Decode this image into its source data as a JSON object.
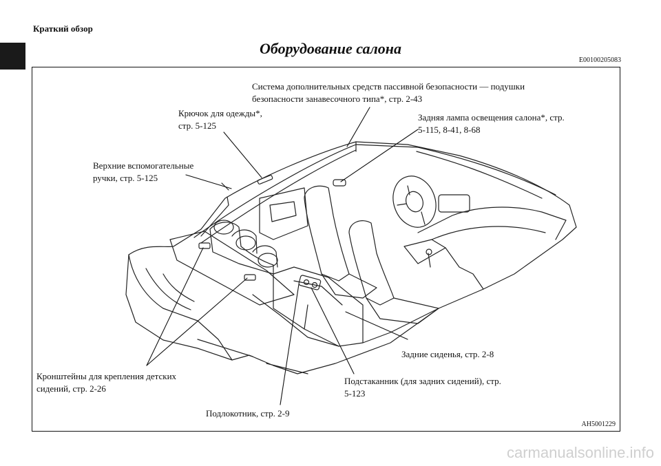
{
  "header": {
    "section": "Краткий обзор",
    "title": "Оборудование салона",
    "code": "E00100205083"
  },
  "callouts": {
    "airbags": "Система дополнительных средств пассивной безопасности — подушки безопасности занавесочного типа*, стр. 2-43",
    "hook": "Крючок для одежды*, стр. 5-125",
    "rear_lamp": "Задняя лампа освещения салона*, стр. 5-115, 8-41, 8-68",
    "grab_handles": "Верхние вспомогательные ручки, стр. 5-125",
    "rear_seats": "Задние сиденья, стр. 2-8",
    "child_anchors": "Кронштейны для крепления детских сидений, стр. 2-26",
    "cupholder": "Подстаканник (для задних сидений), стр. 5-123",
    "armrest": "Подлокотник, стр. 2-9"
  },
  "figure_id": "AH5001229",
  "watermark": "carmanualsonline.info"
}
